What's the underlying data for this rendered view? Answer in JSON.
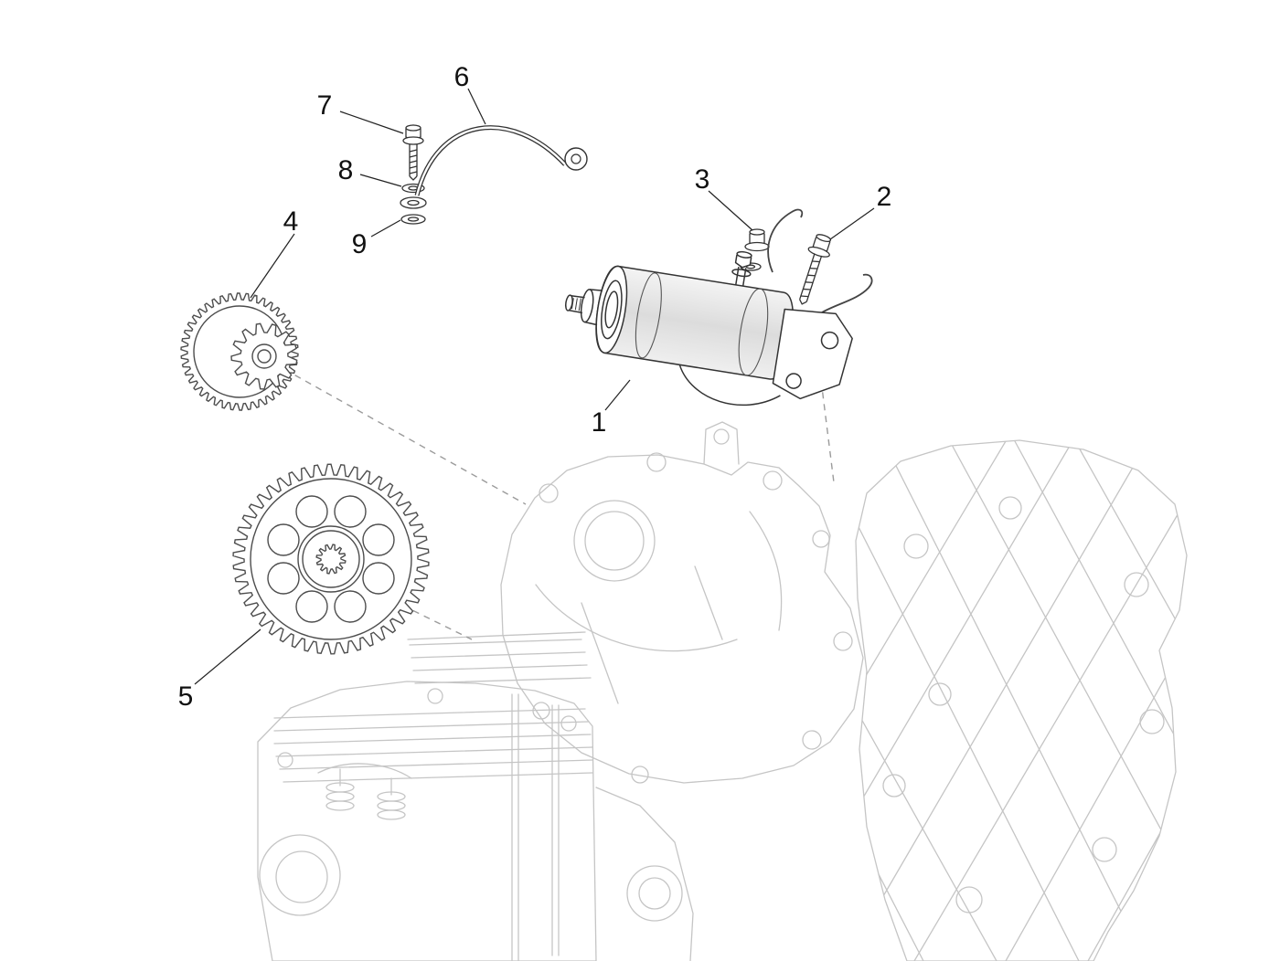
{
  "page": {
    "background": "#ffffff"
  },
  "diagram": {
    "kind": "exploded-parts-diagram",
    "colors": {
      "engine_outline": "#c5c5c5",
      "part_line": "#333333",
      "gear_line": "#4d4d4d",
      "dashed_leader": "#9b9b9b",
      "label_text": "#111111"
    },
    "parts": [
      {
        "label": "1",
        "name": "starter-motor"
      },
      {
        "label": "2",
        "name": "flange-bolt"
      },
      {
        "label": "3",
        "name": "flange-nut"
      },
      {
        "label": "4",
        "name": "starter-pinion-gear"
      },
      {
        "label": "5",
        "name": "driven-ring-gear"
      },
      {
        "label": "6",
        "name": "starter-cable"
      },
      {
        "label": "7",
        "name": "bolt"
      },
      {
        "label": "8",
        "name": "washer"
      },
      {
        "label": "9",
        "name": "washer"
      }
    ]
  }
}
